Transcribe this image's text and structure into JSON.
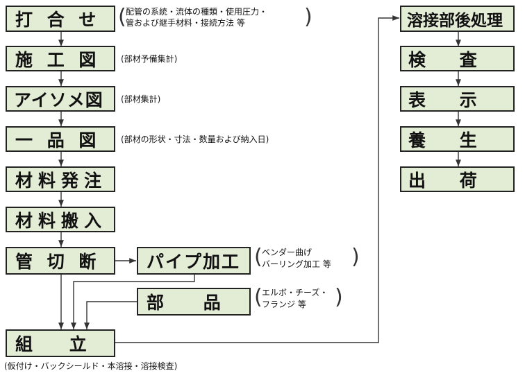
{
  "steps": {
    "uchiawase": "打 合 せ",
    "sekouzu": "施 工 図",
    "isometric": "アイソメ図",
    "ippinzu": "一 品 図",
    "hacchu": "材料発注",
    "hannyu": "材料搬入",
    "kansetsudan": "管 切 断",
    "pipe_kakou": "パイプ加工",
    "buhin": "部 品",
    "kumitate": "組 立",
    "yousetsu_go": "溶接部後処理",
    "kensa": "検 査",
    "hyouji": "表 示",
    "youjou": "養 生",
    "shukka": "出 荷"
  },
  "notes": {
    "uchiawase_1": "配管の系統・流体の種類・使用圧力・",
    "uchiawase_2": "管および継手材料・接続方法 等",
    "sekouzu": "(部材予備集計)",
    "isometric": "(部材集計)",
    "ippinzu": "(部材の形状・寸法・数量および納入日)",
    "pipe_1": "ベンダー曲げ",
    "pipe_2": "バーリング加工 等",
    "buhin_1": "エルボ・チーズ・",
    "buhin_2": "フランジ 等",
    "kumitate": "(仮付け・バックシールド・本溶接・溶接検査)"
  },
  "colors": {
    "box_fill": "#e3edd6",
    "line": "#333333"
  }
}
